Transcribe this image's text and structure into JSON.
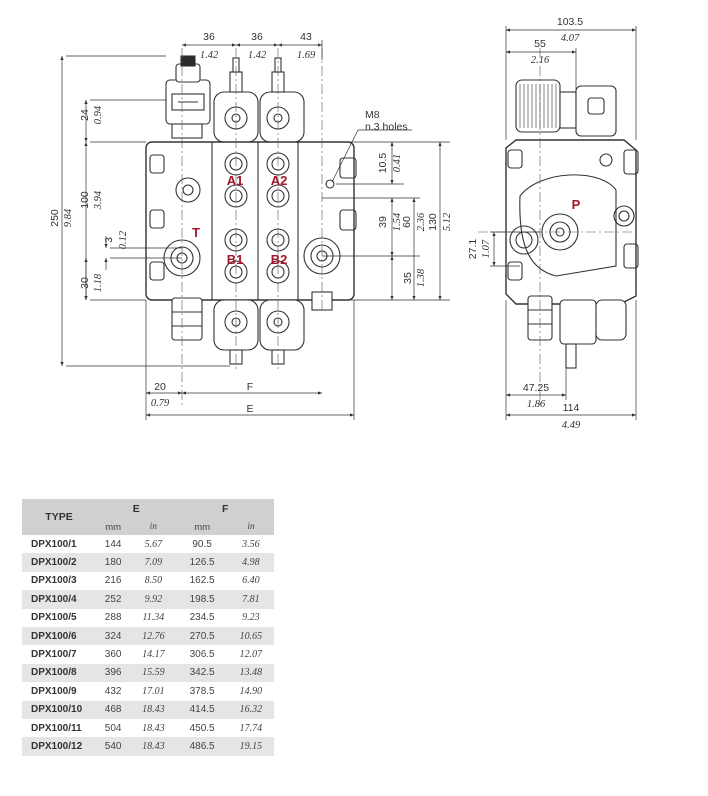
{
  "front_view": {
    "pitch1_mm": "36",
    "pitch1_in": "1.42",
    "pitch2_mm": "36",
    "pitch2_in": "1.42",
    "pitch3_mm": "43",
    "pitch3_in": "1.69",
    "top_mm": "24",
    "top_in": "0.94",
    "total_height_mm": "250",
    "total_height_in": "9.84",
    "body_height_mm": "100",
    "body_height_in": "3.94",
    "offset_mm": "3",
    "offset_in": "0.12",
    "bottom_mm": "30",
    "bottom_in": "1.18",
    "left_offset_mm": "20",
    "left_offset_in": "0.79",
    "dim_f": "F",
    "dim_e": "E",
    "thread_note": "M8",
    "holes_note": "n.3 holes",
    "hole_top_mm": "10.5",
    "hole_top_in": "0.41",
    "mid_mm": "39",
    "mid_in": "1.54",
    "mount_mm": "60",
    "mount_in": "2.36",
    "outer_mm": "130",
    "outer_in": "5.12",
    "low_mm": "35",
    "low_in": "1.38",
    "port_a1": "A1",
    "port_a2": "A2",
    "port_b1": "B1",
    "port_b2": "B2",
    "port_t": "T"
  },
  "side_view": {
    "width_mm": "103.5",
    "width_in": "4.07",
    "inner_mm": "55",
    "inner_in": "2.16",
    "height_mm": "27.1",
    "height_in": "1.07",
    "left_mm": "47.25",
    "left_in": "1.86",
    "base_mm": "114",
    "base_in": "4.49",
    "port_p": "P"
  },
  "table": {
    "header_type": "TYPE",
    "header_e": "E",
    "header_f": "F",
    "unit_mm": "mm",
    "unit_in": "in",
    "rows": [
      {
        "type": "DPX100/1",
        "e_mm": "144",
        "e_in": "5.67",
        "f_mm": "90.5",
        "f_in": "3.56"
      },
      {
        "type": "DPX100/2",
        "e_mm": "180",
        "e_in": "7.09",
        "f_mm": "126.5",
        "f_in": "4.98"
      },
      {
        "type": "DPX100/3",
        "e_mm": "216",
        "e_in": "8.50",
        "f_mm": "162.5",
        "f_in": "6.40"
      },
      {
        "type": "DPX100/4",
        "e_mm": "252",
        "e_in": "9.92",
        "f_mm": "198.5",
        "f_in": "7.81"
      },
      {
        "type": "DPX100/5",
        "e_mm": "288",
        "e_in": "11.34",
        "f_mm": "234.5",
        "f_in": "9.23"
      },
      {
        "type": "DPX100/6",
        "e_mm": "324",
        "e_in": "12.76",
        "f_mm": "270.5",
        "f_in": "10.65"
      },
      {
        "type": "DPX100/7",
        "e_mm": "360",
        "e_in": "14.17",
        "f_mm": "306.5",
        "f_in": "12.07"
      },
      {
        "type": "DPX100/8",
        "e_mm": "396",
        "e_in": "15.59",
        "f_mm": "342.5",
        "f_in": "13.48"
      },
      {
        "type": "DPX100/9",
        "e_mm": "432",
        "e_in": "17.01",
        "f_mm": "378.5",
        "f_in": "14.90"
      },
      {
        "type": "DPX100/10",
        "e_mm": "468",
        "e_in": "18.43",
        "f_mm": "414.5",
        "f_in": "16.32"
      },
      {
        "type": "DPX100/11",
        "e_mm": "504",
        "e_in": "18.43",
        "f_mm": "450.5",
        "f_in": "17.74"
      },
      {
        "type": "DPX100/12",
        "e_mm": "540",
        "e_in": "18.43",
        "f_mm": "486.5",
        "f_in": "19.15"
      }
    ]
  }
}
